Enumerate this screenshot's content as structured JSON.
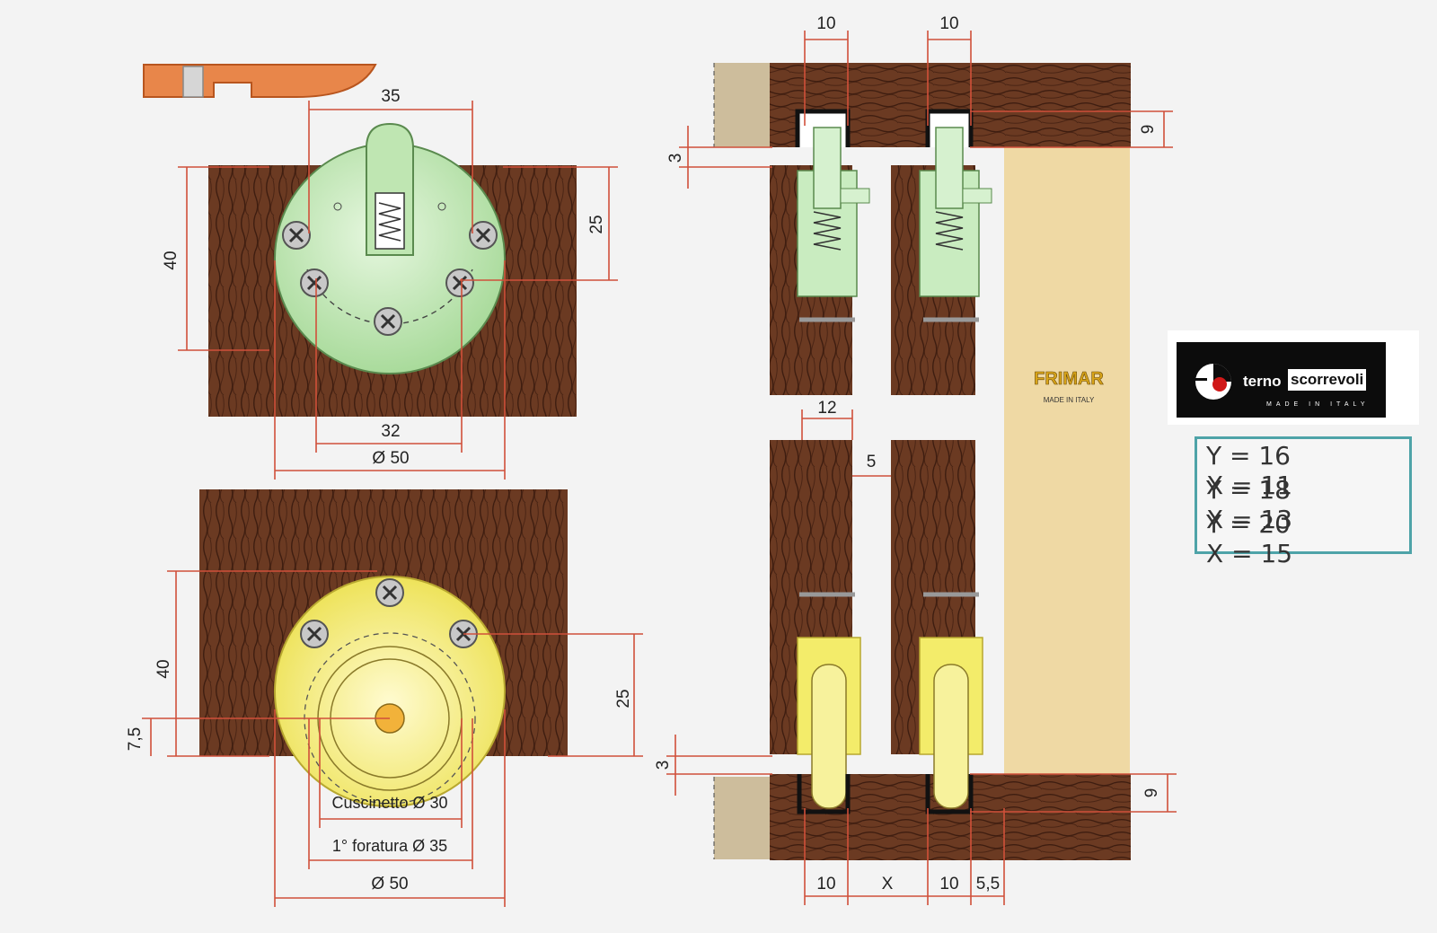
{
  "dims": {
    "top_35": "35",
    "top_40": "40",
    "top_25": "25",
    "top_32": "32",
    "top_d50": "Ø 50",
    "bot_40": "40",
    "bot_25": "25",
    "bot_75": "7,5",
    "bot_bearing": "Cuscinetto Ø 30",
    "bot_hole": "1° foratura Ø 35",
    "bot_d50": "Ø 50",
    "right_10a": "10",
    "right_10b": "10",
    "right_3top": "3",
    "right_9top": "9",
    "right_12": "12",
    "right_5": "5",
    "right_3bot": "3",
    "right_9bot": "9",
    "bottom_10a": "10",
    "bottom_x": "X",
    "bottom_10b": "10",
    "bottom_55": "5,5"
  },
  "brand": {
    "frimar_name": "FRIMAR",
    "frimar_made": "MADE IN ITALY",
    "terno": "terno",
    "scorrevoli": "scorrevoli",
    "terno_made": "MADE IN ITALY"
  },
  "formula_rows": [
    {
      "y": "Y = 16",
      "x": "X = 11"
    },
    {
      "y": "Y = 18",
      "x": "X = 13"
    },
    {
      "y": "Y = 20",
      "x": "X = 15"
    }
  ],
  "colors": {
    "wood": "#6b3a22",
    "wood_dark": "#3e1d10",
    "dim_line": "#d0503a",
    "green_plate": "#c9ecc0",
    "yellow_plate": "#f3ec6a",
    "door_panel": "#efd9a4",
    "formula_border": "#4ea3a8"
  }
}
